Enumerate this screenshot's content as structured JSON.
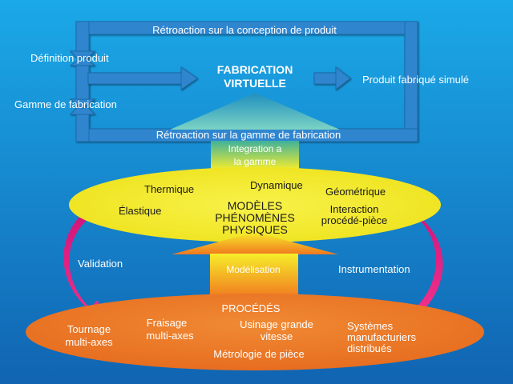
{
  "feedback_top": "Rétroaction sur la conception de produit",
  "feedback_bottom": "Rétroaction sur la gamme de fabrication",
  "definition": "Définition produit",
  "gamme": "Gamme de fabrication",
  "center_title": [
    "FABRICATION",
    "VIRTUELLE"
  ],
  "output": "Produit fabriqué simulé",
  "integration": [
    "Integration a",
    "la gamme"
  ],
  "models": {
    "title": [
      "MODÈLES",
      "PHÉNOMÈNES",
      "PHYSIQUES"
    ],
    "thermique": "Thermique",
    "dynamique": "Dynamique",
    "geometrique": "Géométrique",
    "elastique": "Élastique",
    "interaction": [
      "Interaction",
      "procédé-pièce"
    ]
  },
  "validation": "Validation",
  "instrumentation": "Instrumentation",
  "modelisation": "Modélisation",
  "procedes": {
    "title": "PROCÉDÉS",
    "tournage": [
      "Tournage",
      "multi-axes"
    ],
    "fraisage": [
      "Fraisage",
      "multi-axes"
    ],
    "usinage": [
      "Usinage grande",
      "vitesse"
    ],
    "systemes": [
      "Systèmes",
      "manufacturiers",
      "distribués"
    ],
    "metrologie": "Métrologie de pièce"
  },
  "colors": {
    "bg_top": "#1aa6e6",
    "bg_bottom": "#1266b4",
    "flow_arrow": "#2f86cf",
    "yellow_ellipse": "#f5ef2a",
    "orange_ellipse": "#ec7a28",
    "magenta_arrow": "#e0207f"
  }
}
